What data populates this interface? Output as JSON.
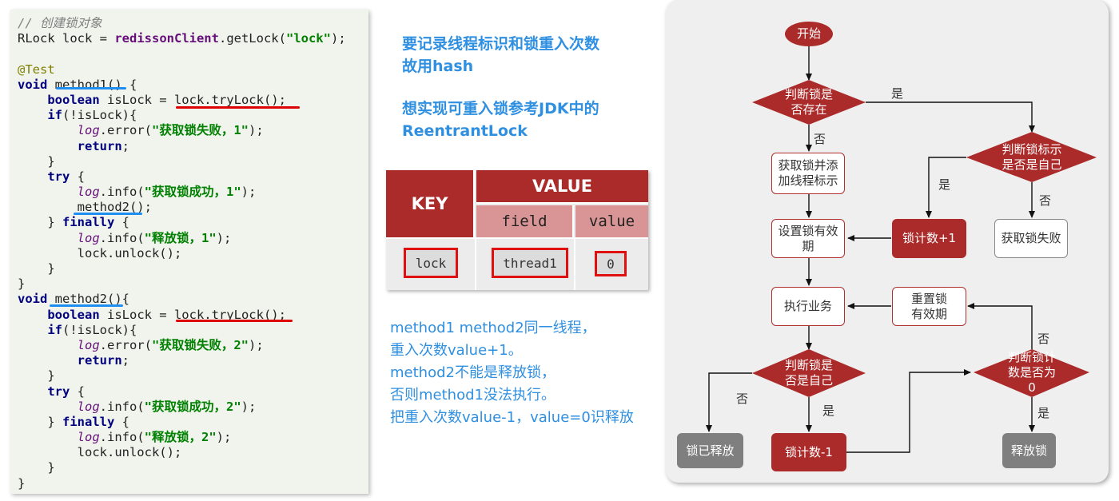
{
  "code": {
    "comment": "// 创建锁对象",
    "l1_a": "RLock lock = ",
    "l1_b": "redissonClient",
    "l1_c": ".getLock(",
    "l1_d": "\"lock\"",
    "l1_e": ");",
    "annotation": "@Test",
    "kw_void": "void",
    "m1_sig": " method1() {",
    "m2_sig": " method2(){",
    "kw_boolean": "boolean",
    "islock_assign": " isLock = lock.tryLock();",
    "if_line": "if(!isLock){",
    "kw_if": "if",
    "if_rest": "(!isLock){",
    "log": "log",
    "error_call": ".error(",
    "info_call": ".info(",
    "s_fail1": "\"获取锁失败，1\"",
    "s_ok1": "\"获取锁成功，1\"",
    "s_rel1": "\"释放锁，1\"",
    "s_fail2": "\"获取锁失败，2\"",
    "s_ok2": "\"获取锁成功，2\"",
    "s_rel2": "\"释放锁，2\"",
    "call_end": ");",
    "kw_return": "return",
    "semi": ";",
    "close_brace": "}",
    "kw_try": "try",
    "open_brace": " {",
    "call_m2": "method2();",
    "finally_pre": "} ",
    "kw_finally": "finally",
    "unlock": "lock.unlock();"
  },
  "middle": {
    "title_line1": "要记录线程标识和锁重入次数",
    "title_line2": "故用hash",
    "title_line3": "想实现可重入锁参考JDK中的",
    "title_line4": "ReentrantLock",
    "note_lines": [
      "method1 method2同一线程，",
      "重入次数value+1。",
      "method2不能是释放锁，",
      "否则method1没法执行。",
      "把重入次数value-1，value=0识释放"
    ]
  },
  "hash_table": {
    "key_header": "KEY",
    "value_header": "VALUE",
    "field_header": "field",
    "value_sub_header": "value",
    "key": "lock",
    "field": "thread1",
    "value": "0"
  },
  "flowchart": {
    "start": "开始",
    "d_exists": "判断锁是否存在",
    "d_exists_l1": "判断锁是",
    "d_exists_l2": "否存在",
    "yes": "是",
    "no": "否",
    "acquire_l1": "获取锁并添",
    "acquire_l2": "加线程标示",
    "d_self_l1": "判断锁标示",
    "d_self_l2": "是否是自己",
    "set_exp_l1": "设置锁有效",
    "set_exp_l2": "期",
    "count_plus": "锁计数+1",
    "acquire_fail": "获取锁失败",
    "exec": "执行业务",
    "reset_l1": "重置锁",
    "reset_l2": "有效期",
    "d_mine_l1": "判断锁是",
    "d_mine_l2": "否是自己",
    "d_zero_l1": "判断锁计",
    "d_zero_l2": "数是否为",
    "d_zero_l3": "0",
    "released": "锁已释放",
    "count_minus": "锁计数-1",
    "release": "释放锁",
    "colors": {
      "red": "#ab2a2a",
      "gray": "#7f7f7f",
      "panel": "#efefef"
    }
  }
}
